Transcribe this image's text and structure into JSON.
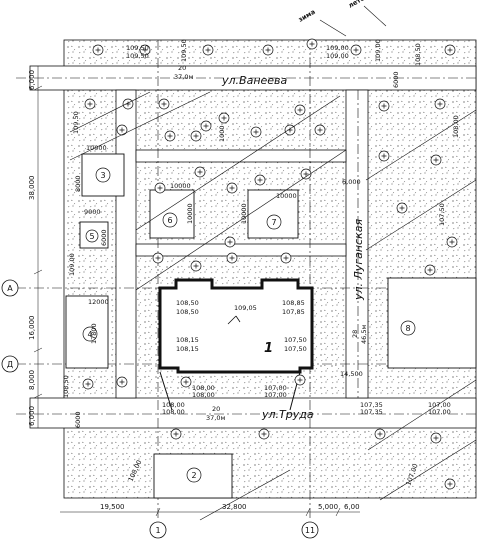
{
  "streets": {
    "top": "ул.Ванеева",
    "bottom": "ул.Труда",
    "right": "ул. Луганская"
  },
  "winds": {
    "winter": "зима",
    "summer": "лето"
  },
  "building_number": "1",
  "blocks": [
    "2",
    "3",
    "4",
    "5",
    "6",
    "7",
    "8"
  ],
  "axes": [
    "А",
    "Д",
    "1",
    "11"
  ],
  "road_width_labels": {
    "top_a": "20",
    "top_b": "37,0м",
    "bottom_a": "20",
    "bottom_b": "37,0м",
    "right_a": "28",
    "right_b": "46,5м"
  },
  "elevations": {
    "top_left_1": "109,50",
    "top_left_2": "109,50",
    "top_left_rot": "109,50",
    "top_right_1": "109,00",
    "top_right_2": "109,00",
    "top_right_rot": "109,00",
    "right_upper_1": "108,50",
    "right_upper_2": "108,00",
    "left_mid_a": "109,50",
    "left_mid_b": "109,00",
    "right_mid": "107,50",
    "bld_tl_1": "108,50",
    "bld_tl_2": "108,50",
    "bld_center": "109,05",
    "bld_tr_1": "108,85",
    "bld_tr_2": "107,85",
    "bld_bl_1": "108,15",
    "bld_bl_2": "108,15",
    "bld_br_1": "107,50",
    "bld_br_2": "107,50",
    "south_1": "108,00",
    "south_2": "108,00",
    "south_3": "107,00",
    "south_4": "107,00",
    "sw_1": "108,00",
    "sw_2": "108,00",
    "se_1": "107,35",
    "se_2": "107,35",
    "far_right_1": "107,00",
    "far_right_2": "107,00",
    "left_low_rot": "108,50",
    "bottom_left_rot": "108,00",
    "bottom_right_rot": "107,00"
  },
  "dimensions": {
    "left_6000_top": "6,000",
    "left_38000": "38,000",
    "left_16000": "16,000",
    "left_8000": "8,000",
    "left_6000_bottom": "6,000",
    "b3_w": "10000",
    "b3_h": "8000",
    "b5_w": "9000",
    "b5_h": "6000",
    "b6_w": "10000",
    "b6_h": "10000",
    "b7_w": "10000",
    "b7_h": "10000",
    "b4_w": "12000",
    "b4_h": "17800",
    "mid_1000": "1000",
    "right_6000": "6,000",
    "right_6000_v": "6000",
    "right_14500": "14,500",
    "road_6000": "6000",
    "bottom_19500": "19,500",
    "bottom_32800": "32,800",
    "bottom_5000": "5,000",
    "bottom_6000": "6,00"
  }
}
